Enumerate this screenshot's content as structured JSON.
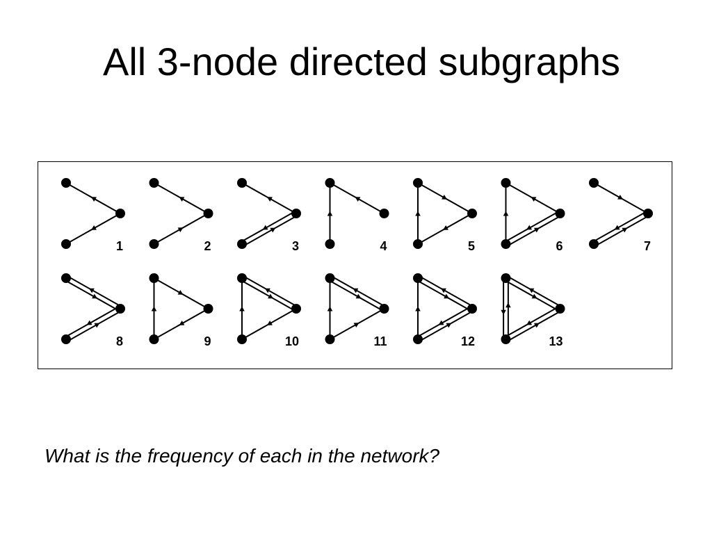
{
  "slide": {
    "title": "All 3-node directed subgraphs",
    "question": "What is the frequency of each in the network?"
  },
  "motifs": [
    {
      "label": "1",
      "edges": [
        "B>A",
        "B>C"
      ]
    },
    {
      "label": "2",
      "edges": [
        "B>A",
        "C>B"
      ]
    },
    {
      "label": "3",
      "edges": [
        "B>A",
        "B<>C"
      ]
    },
    {
      "label": "4",
      "edges": [
        "B>A",
        "C>A"
      ]
    },
    {
      "label": "5",
      "edges": [
        "A>B",
        "B>C",
        "C>A"
      ]
    },
    {
      "label": "6",
      "edges": [
        "B>A",
        "C>A",
        "B<>C"
      ]
    },
    {
      "label": "7",
      "edges": [
        "A>B",
        "B<>C"
      ]
    },
    {
      "label": "8",
      "edges": [
        "A<>B",
        "B<>C"
      ]
    },
    {
      "label": "9",
      "edges": [
        "A>B",
        "B>C",
        "C>A"
      ]
    },
    {
      "label": "10",
      "edges": [
        "A<>B",
        "B>C",
        "C>A"
      ]
    },
    {
      "label": "11",
      "edges": [
        "A<>B",
        "C>B",
        "C>A"
      ]
    },
    {
      "label": "12",
      "edges": [
        "A<>B",
        "B<>C",
        "C>A"
      ]
    },
    {
      "label": "13",
      "edges": [
        "A<>B",
        "B<>C",
        "A<>C"
      ]
    }
  ],
  "colors": {
    "ink": "#000000",
    "background": "#ffffff"
  }
}
